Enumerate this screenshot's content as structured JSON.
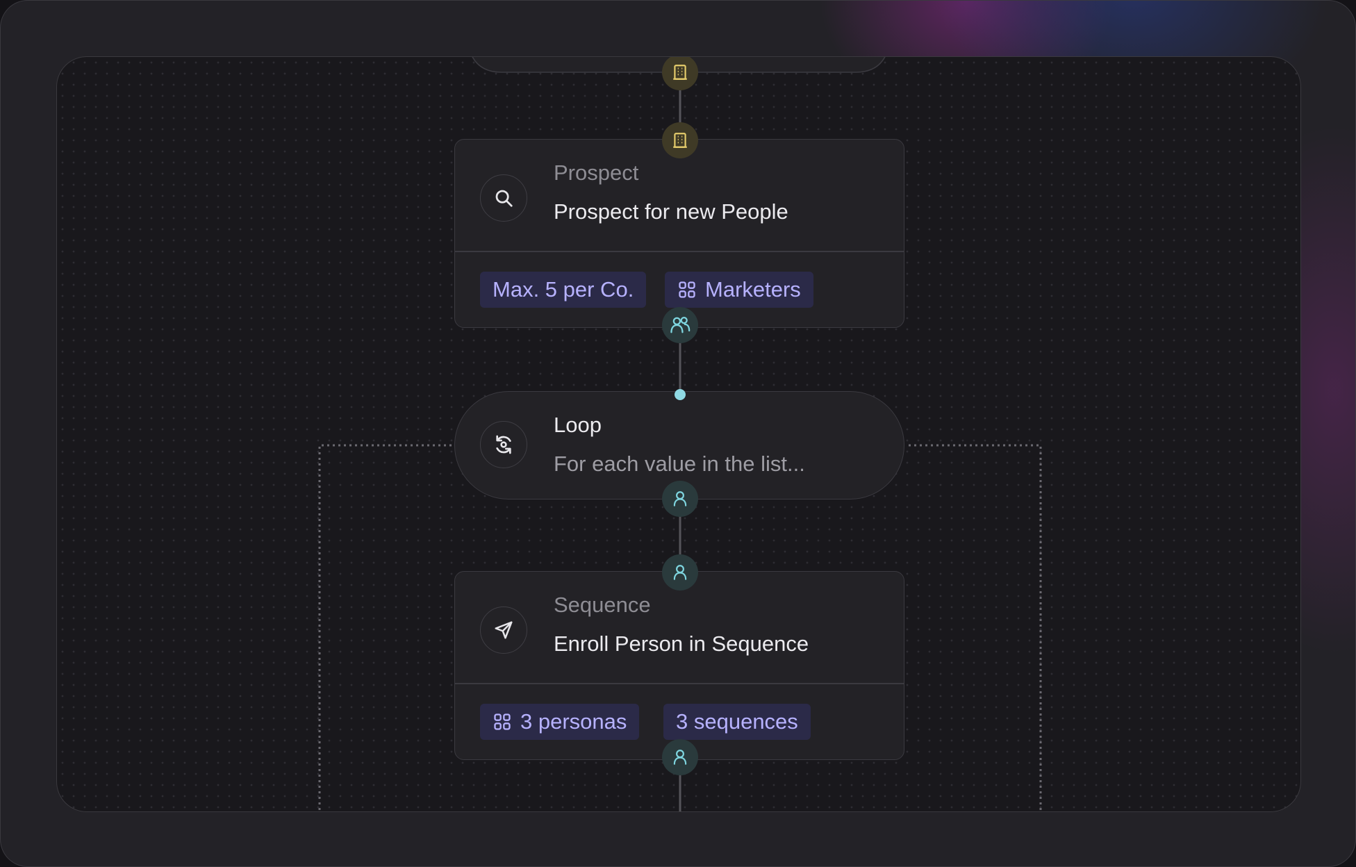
{
  "colors": {
    "background": "#232227",
    "canvas": "#19181c",
    "card": "#232226",
    "tag_background": "#2b2a48",
    "tag_text": "#b7b2ff",
    "company_port": "#e2c96a",
    "person_port": "#7fd6e0"
  },
  "nodes": {
    "prospect": {
      "kind": "Prospect",
      "title": "Prospect for new People",
      "icon": "search-icon",
      "tags": [
        {
          "label": "Max. 5 per Co.",
          "icon": null
        },
        {
          "label": "Marketers",
          "icon": "grid-icon"
        }
      ]
    },
    "loop": {
      "kind": "Loop",
      "title": "For each value in the list...",
      "icon": "refresh-icon"
    },
    "sequence": {
      "kind": "Sequence",
      "title": "Enroll Person in Sequence",
      "icon": "send-icon",
      "tags": [
        {
          "label": "3 personas",
          "icon": "grid-icon"
        },
        {
          "label": "3 sequences",
          "icon": null
        }
      ]
    }
  },
  "ports": [
    "building-icon",
    "building-icon",
    "users-icon",
    "user-icon",
    "user-icon",
    "user-icon"
  ]
}
